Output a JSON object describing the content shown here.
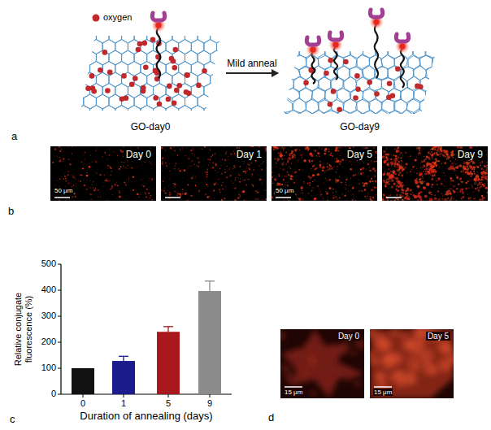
{
  "diagram": {
    "nodes": [
      {
        "text": [
          "GO-day0"
        ]
      },
      {
        "text": [
          "GO-day9"
        ]
      },
      {
        "text": [
          "Day 0",
          "50 μm"
        ]
      },
      {
        "text": [
          "Day 1"
        ]
      },
      {
        "text": [
          "Day 5",
          "50 μm"
        ]
      },
      {
        "text": [
          "Day 9"
        ]
      },
      {
        "text": [
          "Day 0",
          "15 μm"
        ]
      },
      {
        "text": [
          "Day 5",
          "15 μm"
        ]
      }
    ],
    "edges": [
      {
        "from": 0,
        "to": 1,
        "label": "Mild anneal",
        "arrow": "to"
      }
    ],
    "labels": [
      "a",
      "b",
      "Relative conjugate fluorescence (%)",
      "500",
      "400",
      "300",
      "200",
      "100",
      "0",
      "0",
      "1",
      "5",
      "9",
      "Duration of annealing (days)",
      "c",
      "d"
    ],
    "legend": [
      {
        "text": "oxygen",
        "color": "#c0282c"
      }
    ]
  }
}
